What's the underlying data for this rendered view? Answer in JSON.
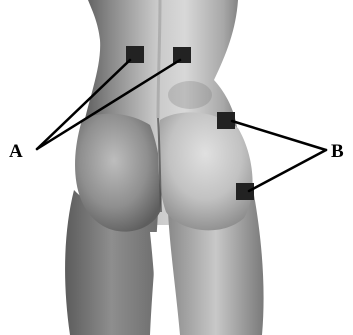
{
  "labels": {
    "a": "A",
    "b": "B"
  },
  "colors": {
    "background": "#ffffff",
    "marker": "#222222",
    "leader_line": "#000000",
    "label_text": "#000000",
    "body_light": "#d4d4d4",
    "body_mid": "#9a9a9a",
    "body_dark": "#4a4a4a"
  },
  "figure": {
    "subject": "human-back-lower-torso-and-thighs-rendering",
    "marker_shape": "filled-square"
  }
}
